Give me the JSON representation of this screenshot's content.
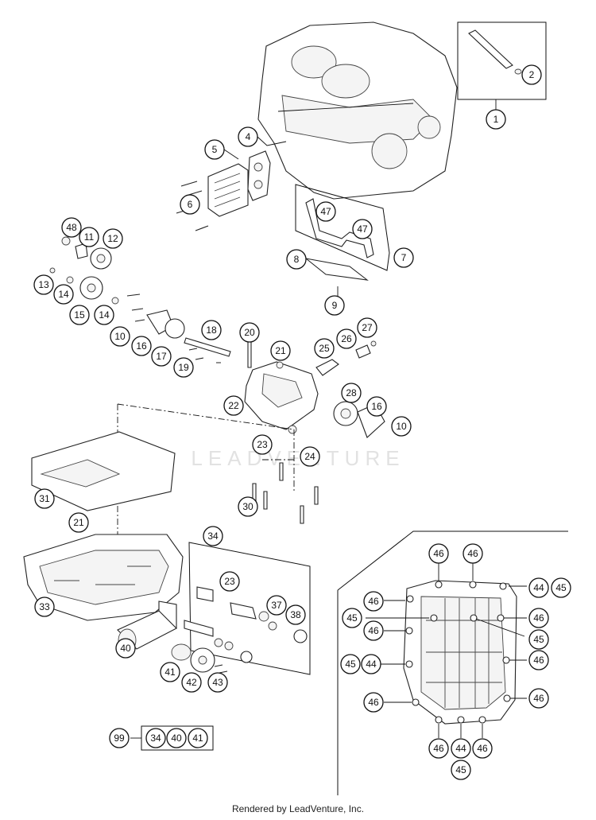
{
  "diagram": {
    "watermark": "LEADVENTURE",
    "footer": "Rendered by LeadVenture, Inc.",
    "callouts": {
      "c1": "1",
      "c2": "2",
      "c4": "4",
      "c5": "5",
      "c6": "6",
      "c7": "7",
      "c8": "8",
      "c9": "9",
      "c10a": "10",
      "c10b": "10",
      "c11": "11",
      "c12": "12",
      "c13": "13",
      "c14a": "14",
      "c14b": "14",
      "c15": "15",
      "c16a": "16",
      "c16b": "16",
      "c17": "17",
      "c18": "18",
      "c19": "19",
      "c20": "20",
      "c21a": "21",
      "c21b": "21",
      "c22": "22",
      "c23a": "23",
      "c23b": "23",
      "c24": "24",
      "c25": "25",
      "c26": "26",
      "c27": "27",
      "c28": "28",
      "c30": "30",
      "c31": "31",
      "c33": "33",
      "c34": "34",
      "c37": "37",
      "c38": "38",
      "c40": "40",
      "c41": "41",
      "c42": "42",
      "c43": "43",
      "c47a": "47",
      "c47b": "47",
      "c48": "48",
      "k99": "99",
      "k34": "34",
      "k40": "40",
      "k41": "41"
    },
    "inset_callouts": {
      "t46a": "46",
      "t46b": "46",
      "t44a": "44",
      "t45a": "45",
      "l46a": "46",
      "l45": "45",
      "l46b": "46",
      "l45b": "45",
      "l44": "44",
      "l46c": "46",
      "r46a": "46",
      "r45": "45",
      "r46b": "46",
      "r46c": "46",
      "b46a": "46",
      "b44": "44",
      "b46b": "46",
      "b45": "45"
    }
  }
}
